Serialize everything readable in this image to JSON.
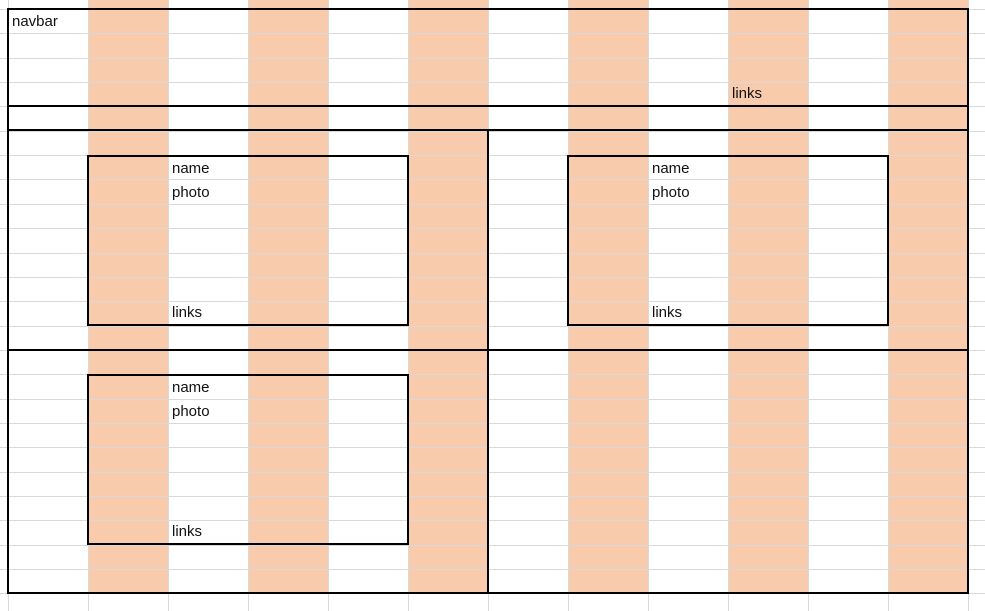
{
  "colors": {
    "highlight_column": "#f8cbad",
    "gridline": "#d9d9d9",
    "border": "#000000",
    "text": "#111111"
  },
  "navbar": {
    "label": "navbar",
    "links_label": "links"
  },
  "cards": [
    {
      "name": "name",
      "photo": "photo",
      "links": "links"
    },
    {
      "name": "name",
      "photo": "photo",
      "links": "links"
    },
    {
      "name": "name",
      "photo": "photo",
      "links": "links"
    }
  ]
}
